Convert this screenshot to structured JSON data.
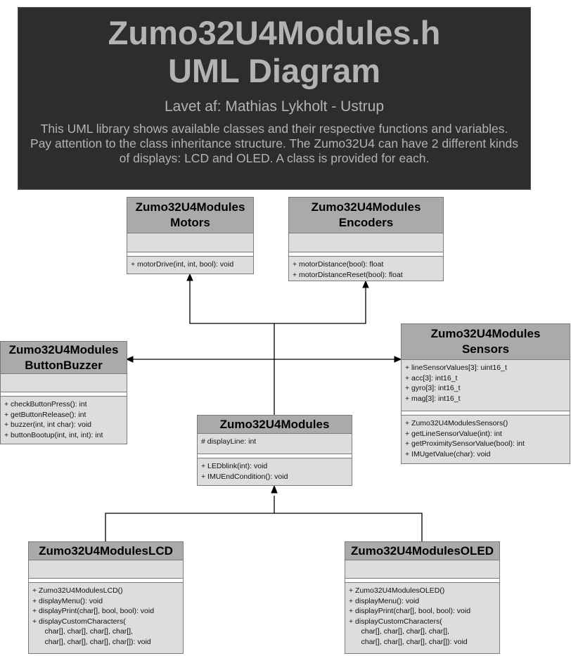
{
  "header": {
    "title_line1": "Zumo32U4Modules.h",
    "title_line2": "UML Diagram",
    "author": "Lavet af: Mathias Lykholt - Ustrup",
    "description_line1": "This UML library shows available classes and their respective functions and variables.",
    "description_line2": "Pay attention to the class inheritance structure. The Zumo32U4 can have 2 different kinds",
    "description_line3": "of displays: LCD and OLED. A class is provided for each."
  },
  "classes": {
    "motors": {
      "name_line1": "Zumo32U4Modules",
      "name_line2": "Motors",
      "ops": [
        "+ motorDrive(int, int, bool): void"
      ]
    },
    "encoders": {
      "name_line1": "Zumo32U4Modules",
      "name_line2": "Encoders",
      "ops": [
        "+ motorDistance(bool): float",
        "+ motorDistanceReset(bool): float"
      ]
    },
    "buttonbuzzer": {
      "name_line1": "Zumo32U4Modules",
      "name_line2": "ButtonBuzzer",
      "ops": [
        "+ checkButtonPress(): int",
        "+ getButtonRelease(): int",
        "+ buzzer(int, int char): void",
        "+ buttonBootup(int, int, int): int"
      ]
    },
    "sensors": {
      "name_line1": "Zumo32U4Modules",
      "name_line2": "Sensors",
      "attrs": [
        "+ lineSensorValues[3]: uint16_t",
        "+ acc[3]: int16_t",
        "+ gyro[3]: int16_t",
        "+ mag[3]: int16_t"
      ],
      "ops": [
        "+ Zumo32U4ModulesSensors()",
        "+ getLineSensorValue(int): int",
        "+ getProximitySensorValue(bool): int",
        "+ IMUgetValue(char): void"
      ]
    },
    "base": {
      "name": "Zumo32U4Modules",
      "attrs": [
        "# displayLine: int"
      ],
      "ops": [
        "+ LEDblink(int): void",
        "+ IMUEndCondition(): void"
      ]
    },
    "lcd": {
      "name": "Zumo32U4ModulesLCD",
      "ops": [
        "+ Zumo32U4ModulesLCD()",
        "+ displayMenu(): void",
        "+ displayPrint(char[], bool, bool): void",
        "+ displayCustomCharacters(",
        "      char[], char[], char[], char[],",
        "      char[], char[], char[], char[]): void"
      ]
    },
    "oled": {
      "name": "Zumo32U4ModulesOLED",
      "ops": [
        "+ Zumo32U4ModulesOLED()",
        "+ displayMenu(): void",
        "+ displayPrint(char[], bool, bool): void",
        "+ displayCustomCharacters(",
        "      char[], char[], char[], char[],",
        "      char[], char[], char[], char[]): void"
      ]
    }
  },
  "colors": {
    "header_bg": "#2d2d2d",
    "header_text": "#b3b3b3",
    "class_head": "#aaaaaa",
    "class_body": "#dddddd",
    "edge": "#000000"
  }
}
